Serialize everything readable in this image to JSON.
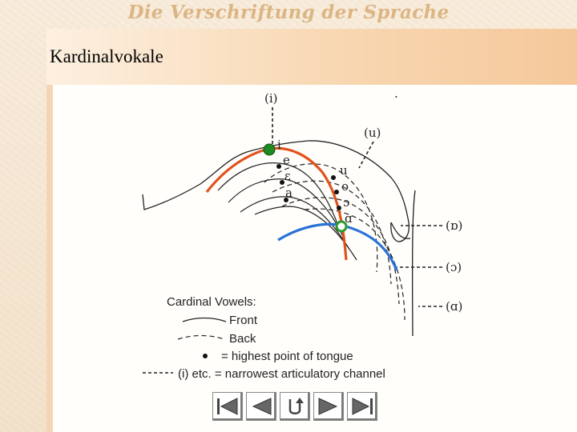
{
  "header": {
    "title": "Die Verschriftung der Sprache",
    "subtitle": "Kardinalvokale"
  },
  "diagram": {
    "channel_labels": [
      "(i)",
      "(u)",
      "(ɒ)",
      "(ɔ)",
      "(ɑ)"
    ],
    "front_vowels": [
      "i",
      "e",
      "ɛ",
      "a"
    ],
    "back_vowels": [
      "u",
      "o",
      "ɔ",
      "ɑ"
    ],
    "dot_label": ".",
    "legend": {
      "heading": "Cardinal Vowels:",
      "front": "Front",
      "back": "Back",
      "dot": "= highest point of tongue",
      "channel": "(i) etc. = narrowest articulatory channel"
    },
    "highlight_colors": {
      "front_tongue": "#e0521c",
      "back_tongue": "#2a73d6",
      "marker_i": "#1f8a1f",
      "marker_a": "#2e9a2e"
    }
  },
  "navigation": {
    "buttons": [
      "first-icon",
      "previous-icon",
      "return-icon",
      "next-icon",
      "last-icon"
    ]
  }
}
